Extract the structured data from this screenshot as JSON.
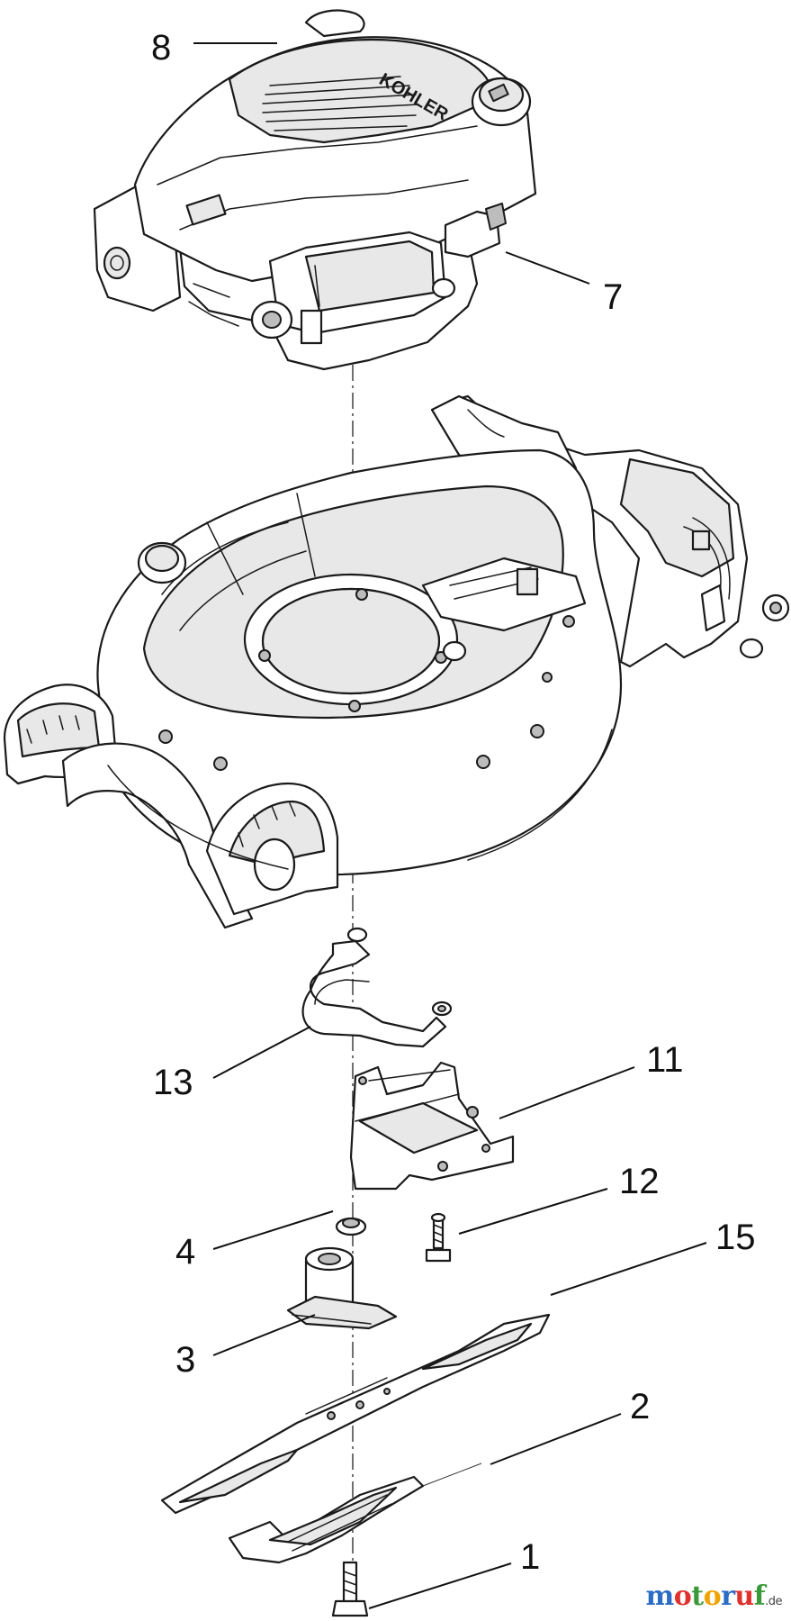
{
  "callouts": [
    {
      "id": "c8",
      "label": "8"
    },
    {
      "id": "c7",
      "label": "7"
    },
    {
      "id": "c13",
      "label": "13"
    },
    {
      "id": "c11",
      "label": "11"
    },
    {
      "id": "c12",
      "label": "12"
    },
    {
      "id": "c4",
      "label": "4"
    },
    {
      "id": "c15",
      "label": "15"
    },
    {
      "id": "c3",
      "label": "3"
    },
    {
      "id": "c2",
      "label": "2"
    },
    {
      "id": "c1",
      "label": "1"
    }
  ],
  "engine_cover_text": "KOHLER",
  "watermark": {
    "letters": [
      "m",
      "o",
      "t",
      "o",
      "r",
      "u",
      "f"
    ],
    "letter_colors": [
      "#2b6cc4",
      "#e0312d",
      "#3a9a3a",
      "#f0a400",
      "#2b6cc4",
      "#e0312d",
      "#3a9a3a"
    ],
    "suffix": ".de"
  }
}
